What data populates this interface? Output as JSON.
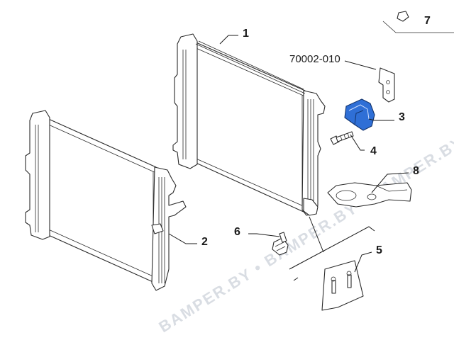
{
  "diagram": {
    "callouts": {
      "radiator_upper": "1",
      "radiator_lower": "2",
      "bracket": "3",
      "bolt": "4",
      "deflector": "5",
      "plug": "6",
      "clip_top": "7",
      "support": "8"
    },
    "reference_code": "70002-010",
    "watermark": "BAMPER.BY • BAMPER.BY • BAMPER.BY",
    "colors": {
      "highlight": "#2f6fd6",
      "line": "#1a1a1a",
      "watermark": "#d9dde3"
    }
  }
}
